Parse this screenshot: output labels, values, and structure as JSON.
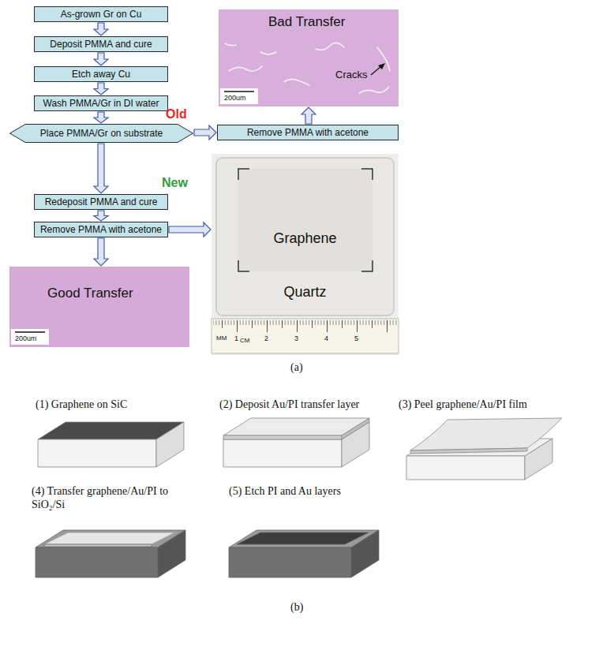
{
  "diagram": {
    "nodes": [
      {
        "text": [
          "As-grown Gr on Cu"
        ]
      },
      {
        "text": [
          "Deposit PMMA and cure"
        ]
      },
      {
        "text": [
          "Etch away Cu"
        ]
      },
      {
        "text": [
          "Wash PMMA/Gr in DI water"
        ]
      },
      {
        "text": [
          "Place PMMA/Gr on substrate"
        ]
      },
      {
        "text": [
          "Remove PMMA with acetone"
        ]
      },
      {
        "text": [
          "Bad Transfer",
          "Cracks",
          "200um"
        ]
      },
      {
        "text": [
          "Redeposit PMMA and cure"
        ]
      },
      {
        "text": [
          "Remove PMMA with acetone"
        ]
      },
      {
        "text": [
          "Graphene",
          "Quartz"
        ]
      },
      {
        "text": [
          "Good Transfer",
          "200um"
        ]
      }
    ],
    "edges": [
      {
        "from": 0,
        "to": 1,
        "arrow": "to"
      },
      {
        "from": 1,
        "to": 2,
        "arrow": "to"
      },
      {
        "from": 2,
        "to": 3,
        "arrow": "to"
      },
      {
        "from": 3,
        "to": 4,
        "arrow": "to"
      },
      {
        "from": 4,
        "to": 5,
        "label": "Old",
        "arrow": "to"
      },
      {
        "from": 5,
        "to": 6,
        "arrow": "to"
      },
      {
        "from": 4,
        "to": 7,
        "label": "New",
        "arrow": "to"
      },
      {
        "from": 7,
        "to": 8,
        "arrow": "to"
      },
      {
        "from": 8,
        "to": 9,
        "arrow": "to"
      },
      {
        "from": 8,
        "to": 10,
        "arrow": "to"
      }
    ],
    "labels": [
      "(a)",
      "(1) Graphene on SiC",
      "(2) Deposit Au/PI transfer layer",
      "(3) Peel graphene/Au/PI film",
      "(4) Transfer graphene/Au/PI to SiO₂/Si",
      "(5) Etch PI and Au layers",
      "(b)",
      "MM",
      "1",
      "CM",
      "2",
      "3",
      "4",
      "5"
    ]
  }
}
